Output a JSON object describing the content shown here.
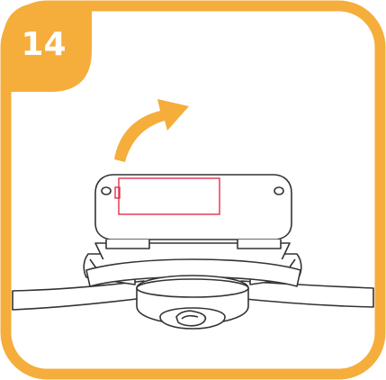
{
  "step": {
    "number": "14"
  },
  "colors": {
    "accent": "#f5ad3c",
    "line": "#333333",
    "highlight": "#e0304e",
    "background": "#ffffff"
  },
  "illustration": {
    "subject": "device-on-strap",
    "action": "lift-up",
    "indicator": "arrow"
  }
}
